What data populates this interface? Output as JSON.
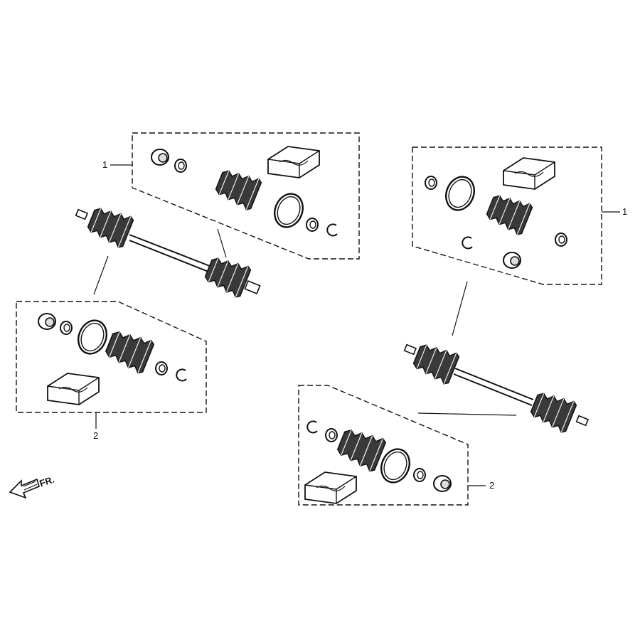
{
  "colors": {
    "line": "#111111",
    "fill": "#ffffff",
    "boot_fill": "#3a3a3a"
  },
  "callouts": {
    "left_kit_outer": "1",
    "left_kit_inner": "2",
    "right_kit_outer": "1",
    "right_kit_inner": "2"
  },
  "front_marker": {
    "label": "FR.",
    "icon": "arrow-left-icon"
  }
}
